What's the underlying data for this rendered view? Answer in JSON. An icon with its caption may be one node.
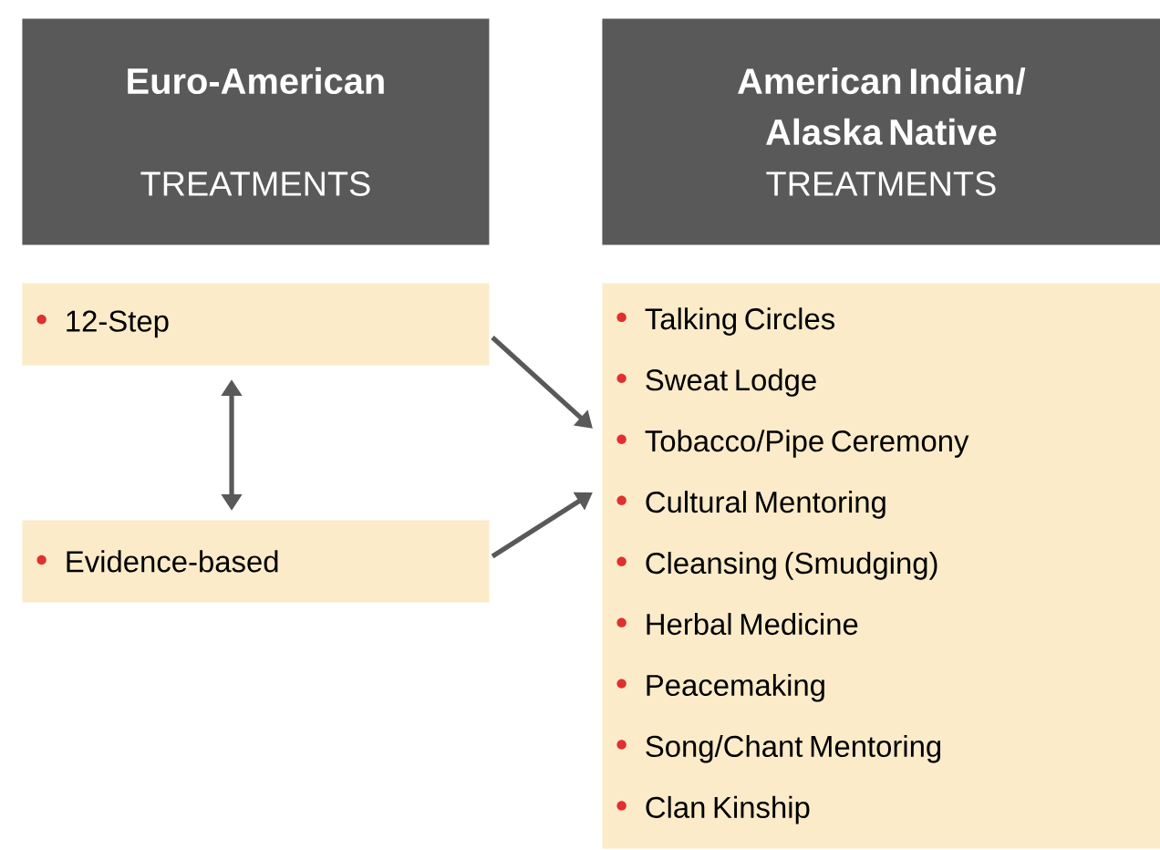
{
  "diagram": {
    "nodes": [
      {
        "text": [
          "Euro-American",
          "TREATMENTS"
        ]
      },
      {
        "text": [
          "American Indian/ Alaska Native",
          "TREATMENTS"
        ]
      },
      {
        "text": [
          "12-Step"
        ]
      },
      {
        "text": [
          "Evidence-based"
        ]
      },
      {
        "text": [
          "Talking Circles",
          "Sweat Lodge",
          "Tobacco/Pipe Ceremony",
          "Cultural Mentoring",
          "Cleansing (Smudging)",
          "Herbal Medicine",
          "Peacemaking",
          "Song/Chant Mentoring",
          "Clan Kinship"
        ]
      }
    ],
    "edges": [
      {
        "from": 2,
        "to": 3,
        "arrow": "both"
      },
      {
        "from": 2,
        "to": 4,
        "arrow": "to"
      },
      {
        "from": 3,
        "to": 4,
        "arrow": "to"
      }
    ]
  }
}
